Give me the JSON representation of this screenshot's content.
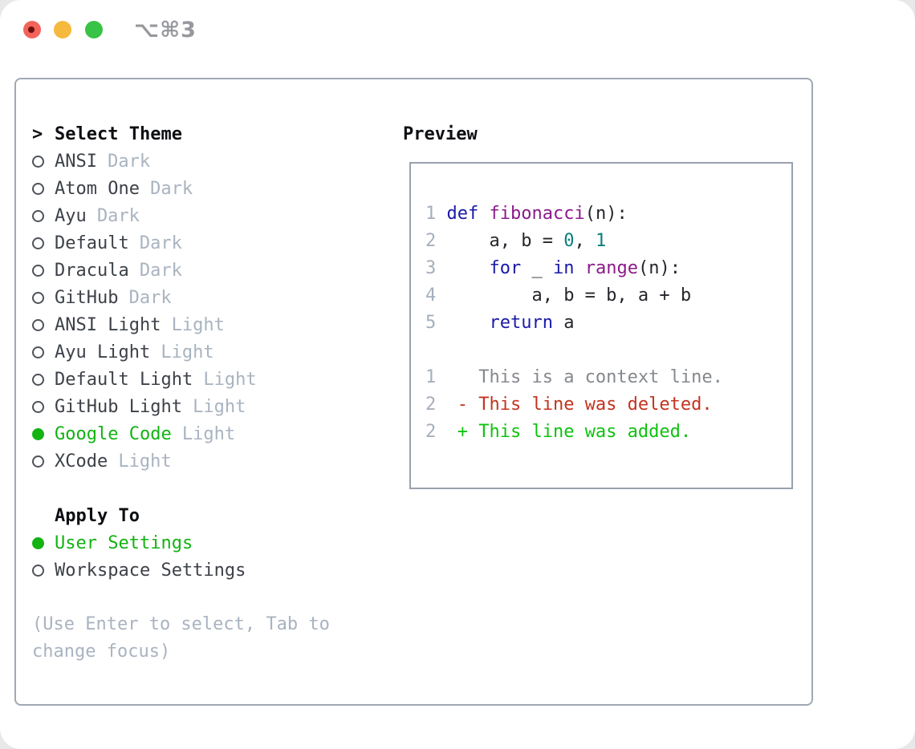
{
  "window": {
    "shortcut_label": "⌥⌘3"
  },
  "colors": {
    "accent_green": "#12b312",
    "traffic_red": "#f3635a",
    "traffic_red_dot": "#6e100c",
    "traffic_yellow": "#f5b93d",
    "traffic_green": "#37c346",
    "line_number": "#a5afbc",
    "syntax_keyword": "#1a1aa8",
    "syntax_function": "#8b1a8b",
    "syntax_literal": "#0b7e7e",
    "syntax_plain": "#24262b",
    "diff_context": "#85888d",
    "diff_deleted": "#c3341f",
    "diff_added": "#0fc20f"
  },
  "theme_picker": {
    "header_marker": ">",
    "header": "Select Theme",
    "themes": [
      {
        "name": "ANSI",
        "variant": "Dark",
        "selected": false
      },
      {
        "name": "Atom One",
        "variant": "Dark",
        "selected": false
      },
      {
        "name": "Ayu",
        "variant": "Dark",
        "selected": false
      },
      {
        "name": "Default",
        "variant": "Dark",
        "selected": false
      },
      {
        "name": "Dracula",
        "variant": "Dark",
        "selected": false
      },
      {
        "name": "GitHub",
        "variant": "Dark",
        "selected": false
      },
      {
        "name": "ANSI Light",
        "variant": "Light",
        "selected": false
      },
      {
        "name": "Ayu Light",
        "variant": "Light",
        "selected": false
      },
      {
        "name": "Default Light",
        "variant": "Light",
        "selected": false
      },
      {
        "name": "GitHub Light",
        "variant": "Light",
        "selected": false
      },
      {
        "name": "Google Code",
        "variant": "Light",
        "selected": true
      },
      {
        "name": "XCode",
        "variant": "Light",
        "selected": false
      }
    ],
    "apply_to": {
      "header": "Apply To",
      "options": [
        {
          "label": "User Settings",
          "selected": true
        },
        {
          "label": "Workspace Settings",
          "selected": false
        }
      ]
    },
    "hint": "(Use Enter to select, Tab to change focus)"
  },
  "preview": {
    "title": "Preview",
    "code_lines": [
      {
        "num": "1",
        "tokens": [
          [
            "kw",
            "def"
          ],
          [
            "pln",
            " "
          ],
          [
            "typ",
            "fibonacci"
          ],
          [
            "pln",
            "(n):"
          ]
        ]
      },
      {
        "num": "2",
        "tokens": [
          [
            "pln",
            "    a, b = "
          ],
          [
            "lit",
            "0"
          ],
          [
            "pln",
            ", "
          ],
          [
            "lit",
            "1"
          ]
        ]
      },
      {
        "num": "3",
        "tokens": [
          [
            "pln",
            "    "
          ],
          [
            "kw",
            "for"
          ],
          [
            "pln",
            " _ "
          ],
          [
            "kw",
            "in"
          ],
          [
            "pln",
            " "
          ],
          [
            "typ",
            "range"
          ],
          [
            "pln",
            "(n):"
          ]
        ]
      },
      {
        "num": "4",
        "tokens": [
          [
            "pln",
            "        a, b = b, a + b"
          ]
        ]
      },
      {
        "num": "5",
        "tokens": [
          [
            "pln",
            "    "
          ],
          [
            "kw",
            "return"
          ],
          [
            "pln",
            " a"
          ]
        ]
      }
    ],
    "diff_lines": [
      {
        "num": "1",
        "cls": "ctx",
        "text": "   This is a context line."
      },
      {
        "num": "2",
        "cls": "del",
        "text": " - This line was deleted."
      },
      {
        "num": "2",
        "cls": "add",
        "text": " + This line was added."
      }
    ]
  }
}
